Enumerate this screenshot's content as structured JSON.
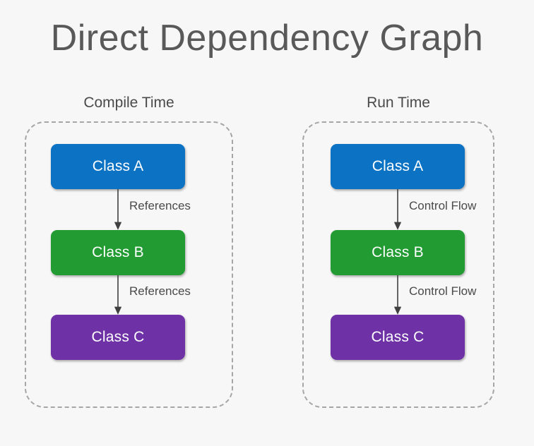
{
  "title": "Direct Dependency Graph",
  "background_color": "#f7f7f7",
  "title_color": "#595959",
  "groups": [
    {
      "id": "compile-time",
      "header": "Compile Time",
      "nodes": [
        {
          "id": "class-a",
          "label": "Class A",
          "color": "#0b72c4"
        },
        {
          "id": "class-b",
          "label": "Class B",
          "color": "#219b32"
        },
        {
          "id": "class-c",
          "label": "Class C",
          "color": "#6e31a6"
        }
      ],
      "edges": [
        {
          "from": "Class A",
          "to": "Class B",
          "label": "References"
        },
        {
          "from": "Class B",
          "to": "Class C",
          "label": "References"
        }
      ]
    },
    {
      "id": "run-time",
      "header": "Run Time",
      "nodes": [
        {
          "id": "class-a",
          "label": "Class A",
          "color": "#0b72c4"
        },
        {
          "id": "class-b",
          "label": "Class B",
          "color": "#219b32"
        },
        {
          "id": "class-c",
          "label": "Class C",
          "color": "#6e31a6"
        }
      ],
      "edges": [
        {
          "from": "Class A",
          "to": "Class B",
          "label": "Control Flow"
        },
        {
          "from": "Class B",
          "to": "Class C",
          "label": "Control Flow"
        }
      ]
    }
  ],
  "colors": {
    "blue": "#0b72c4",
    "green": "#219b32",
    "purple": "#6e31a6",
    "dashed_border": "#a6a6a6",
    "arrow": "#404040",
    "label_text": "#4a4a4a",
    "node_text": "#ffffff"
  }
}
